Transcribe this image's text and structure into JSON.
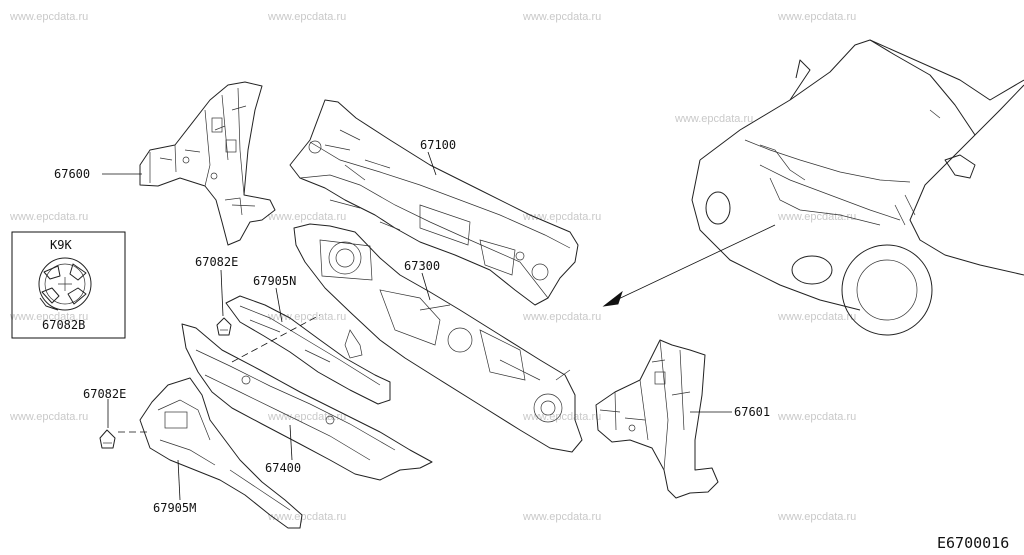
{
  "watermark": "www.epcdata.ru",
  "diagram_code": "E6700016",
  "inset": {
    "title": "K9K",
    "part": "67082B"
  },
  "parts": {
    "p67600": "67600",
    "p67100": "67100",
    "p67082e_top": "67082E",
    "p67905n": "67905N",
    "p67300": "67300",
    "p67082e_bottom": "67082E",
    "p67400": "67400",
    "p67905m": "67905M",
    "p67601": "67601"
  }
}
